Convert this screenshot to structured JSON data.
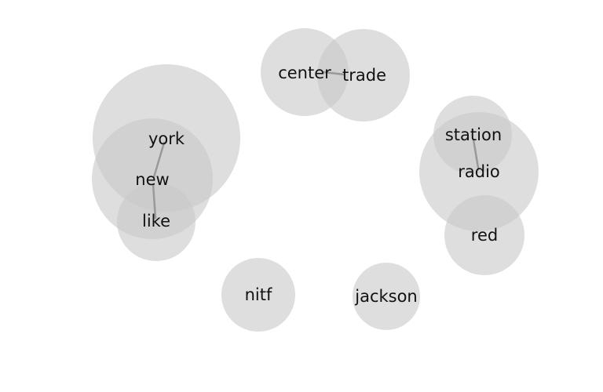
{
  "graph": {
    "nodes": [
      {
        "id": "york",
        "label": "york"
      },
      {
        "id": "new",
        "label": "new"
      },
      {
        "id": "like",
        "label": "like"
      },
      {
        "id": "center",
        "label": "center"
      },
      {
        "id": "trade",
        "label": "trade"
      },
      {
        "id": "station",
        "label": "station"
      },
      {
        "id": "radio",
        "label": "radio"
      },
      {
        "id": "red",
        "label": "red"
      },
      {
        "id": "nitf",
        "label": "nitf"
      },
      {
        "id": "jackson",
        "label": "jackson"
      }
    ],
    "edges": [
      {
        "source": "york",
        "target": "new"
      },
      {
        "source": "new",
        "target": "like"
      },
      {
        "source": "center",
        "target": "trade"
      },
      {
        "source": "station",
        "target": "radio"
      }
    ],
    "colors": {
      "bubble": "#c8c8c8",
      "edge": "#999999",
      "text": "#111111"
    }
  }
}
